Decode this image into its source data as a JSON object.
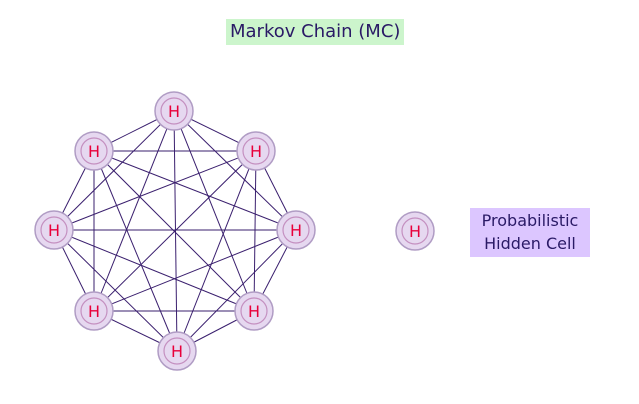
{
  "title": "Markov Chain (MC)",
  "node_label": "H",
  "legend": {
    "label_line1": "Probabilistic",
    "label_line2": "Hidden Cell"
  },
  "colors": {
    "node_fill": "#e6d8f0",
    "node_outer_stroke": "#b09cc4",
    "node_inner_stroke": "#c490c0",
    "node_text": "#e8003a",
    "edge": "#3a1f6e",
    "title_bg": "#ccf5cc",
    "legend_bg": "#dcc6ff",
    "text": "#2a1a66"
  }
}
